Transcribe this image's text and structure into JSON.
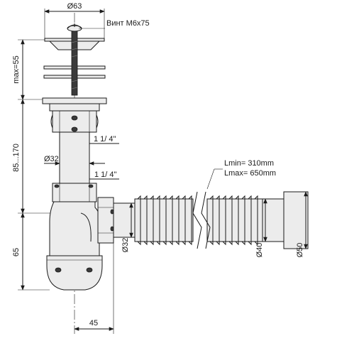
{
  "labels": {
    "top_diameter": "Ø63",
    "screw": "Винт М6х75",
    "max_height": "max=55",
    "adjust_range": "85...170",
    "pipe_diameter": "Ø32",
    "thread_upper": "1 1/ 4\"",
    "thread_lower": "1 1/ 4\"",
    "lmin": "Lmin= 310mm",
    "lmax": "Lmax= 650mm",
    "outlet_diameter": "Ø32",
    "hose_inner_diameter": "Ø40",
    "hose_outer_diameter": "Ø50",
    "bottle_height": "65",
    "offset": "45"
  }
}
